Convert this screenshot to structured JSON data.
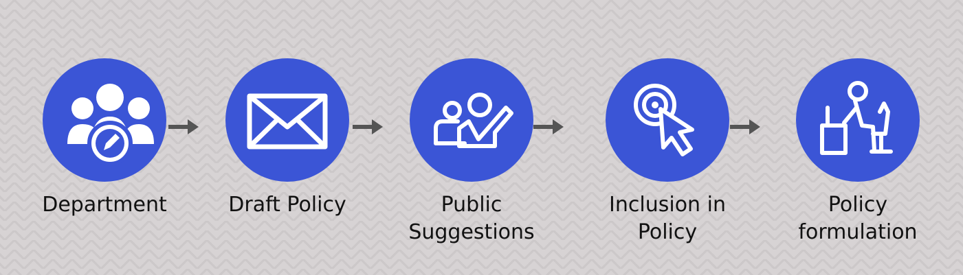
{
  "colors": {
    "circle": "#3b55d6",
    "icon": "#ffffff",
    "arrow": "#555555",
    "text": "#111111"
  },
  "steps": [
    {
      "label": "Department",
      "icon": "people-group-pen-icon"
    },
    {
      "label": "Draft Policy",
      "icon": "envelope-icon"
    },
    {
      "label": "Public\nSuggestions",
      "icon": "people-checkmark-icon"
    },
    {
      "label": "Inclusion in\nPolicy",
      "icon": "target-cursor-icon"
    },
    {
      "label": "Policy\nformulation",
      "icon": "person-at-desk-icon"
    }
  ]
}
